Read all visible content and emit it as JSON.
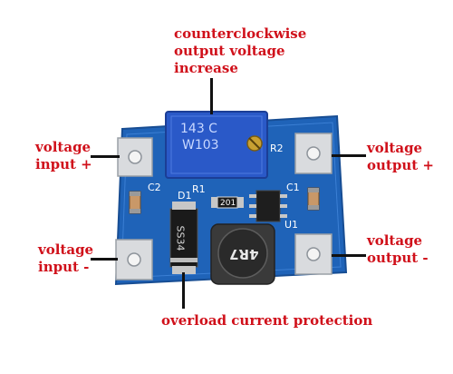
{
  "callouts": {
    "top_line1": "counterclockwise",
    "top_line2": "output voltage",
    "top_line3": "increase",
    "vin_plus_line1": "voltage",
    "vin_plus_line2": "input +",
    "vin_minus_line1": "voltage",
    "vin_minus_line2": "input -",
    "vout_plus_line1": "voltage",
    "vout_plus_line2": "output +",
    "vout_minus_line1": "voltage",
    "vout_minus_line2": "output -",
    "bottom": "overload current protection"
  },
  "board_markings": {
    "pot_code1": "143 C",
    "pot_code2": "W103",
    "r2": "R2",
    "c2": "C2",
    "r1": "R1",
    "d1": "D1",
    "c1": "C1",
    "u1": "U1",
    "resistor": "201",
    "diode": "SS34",
    "inductor": "4R7"
  },
  "colors": {
    "label_red": "#d0101a",
    "pcb_blue": "#1f63b8",
    "pot_blue": "#2a59c8",
    "lead_line": "#111111"
  }
}
